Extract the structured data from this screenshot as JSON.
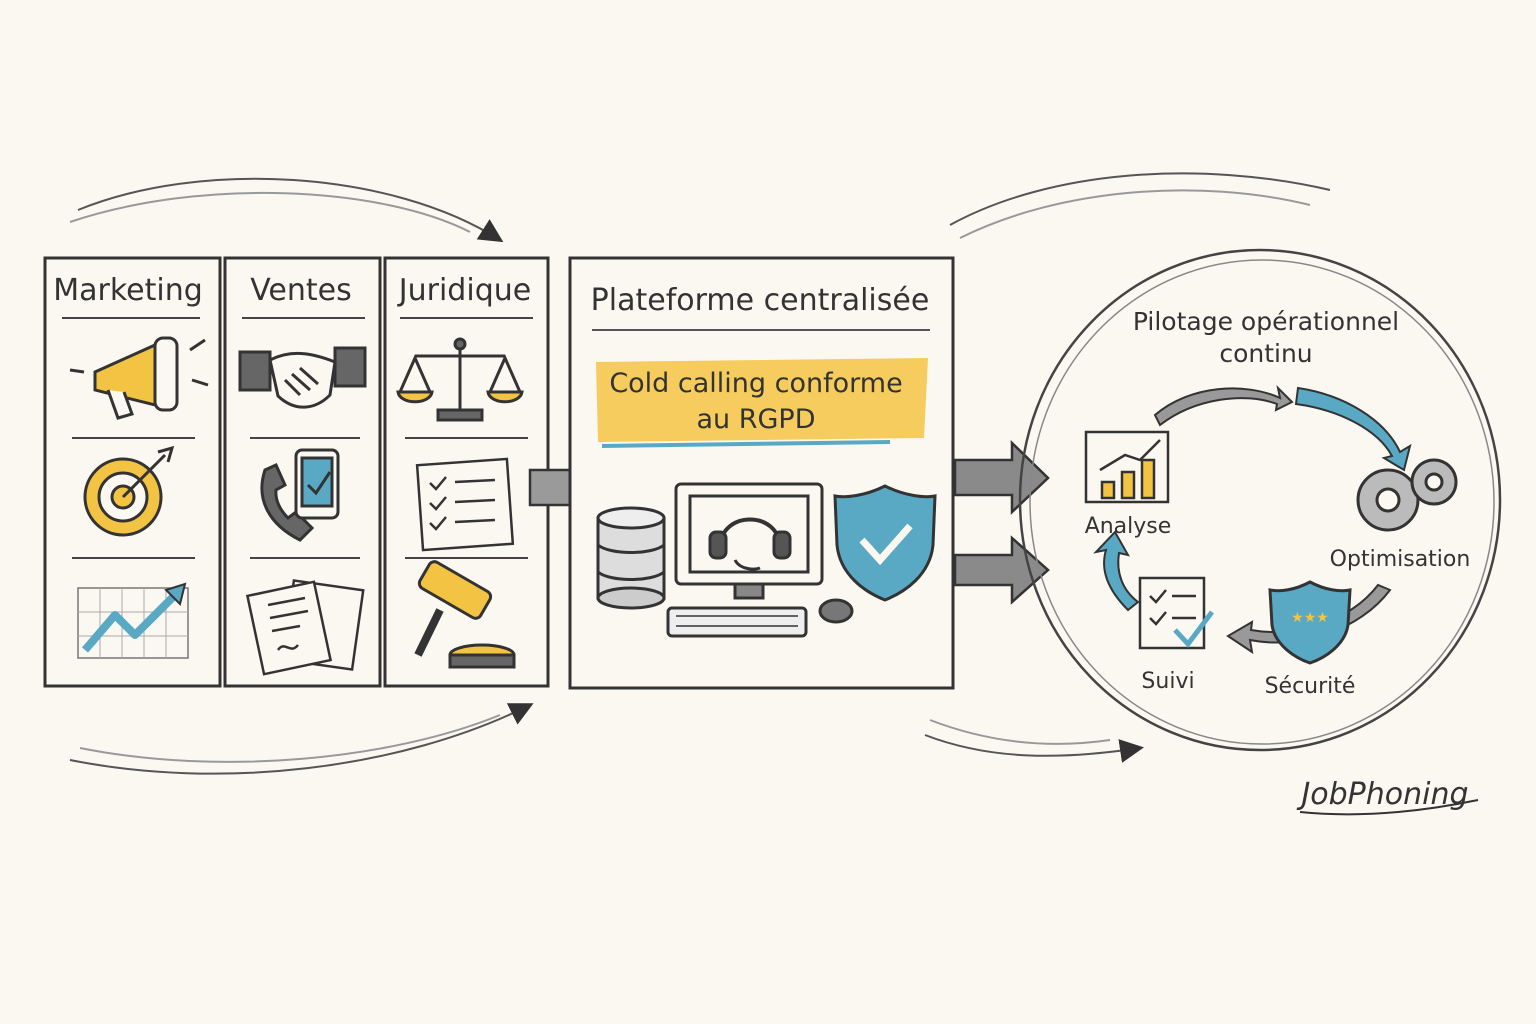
{
  "columns": [
    {
      "label": "Marketing",
      "icons": [
        "megaphone-icon",
        "target-icon",
        "growth-chart-icon"
      ]
    },
    {
      "label": "Ventes",
      "icons": [
        "handshake-icon",
        "phone-icon",
        "contract-icon"
      ]
    },
    {
      "label": "Juridique",
      "icons": [
        "scales-icon",
        "checklist-icon",
        "gavel-icon"
      ]
    }
  ],
  "platform": {
    "title": "Plateforme centralisée",
    "highlight_line1": "Cold calling conforme",
    "highlight_line2": "au RGPD",
    "icons": [
      "database-icon",
      "computer-headset-icon",
      "shield-check-icon"
    ]
  },
  "cycle": {
    "title_line1": "Pilotage opérationnel",
    "title_line2": "continu",
    "steps": [
      "Analyse",
      "Optimisation",
      "Sécurité",
      "Suivi"
    ]
  },
  "brand": "JobPhoning",
  "colors": {
    "accent_yellow": "#f3c443",
    "accent_blue": "#5aa9c4",
    "ink": "#2f2f2f",
    "paper": "#fbf8f2"
  }
}
